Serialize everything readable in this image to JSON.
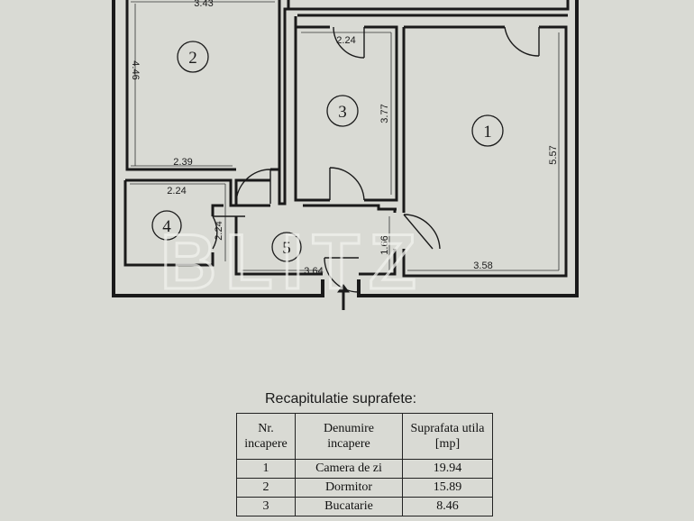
{
  "dimensions": {
    "top_width_room2": "3.43",
    "room2_height": "4.46",
    "room2_bottom": "2.39",
    "room3_width": "2.24",
    "room3_height": "3.77",
    "room1_height": "5.57",
    "room1_width": "3.58",
    "room4_width": "2.24",
    "room4_height": "2.24",
    "hall_height": "1.66",
    "hall_width": "3.64"
  },
  "room_numbers": [
    "1",
    "2",
    "3",
    "4",
    "5"
  ],
  "watermark": "BLITZ",
  "summary": {
    "title": "Recapitulatie suprafete:",
    "headers": [
      [
        "Nr.",
        "incapere"
      ],
      [
        "Denumire",
        "incapere"
      ],
      [
        "Suprafata utila",
        "[mp]"
      ]
    ],
    "rows": [
      {
        "nr": "1",
        "name": "Camera de zi",
        "area": "19.94"
      },
      {
        "nr": "2",
        "name": "Dormitor",
        "area": "15.89"
      },
      {
        "nr": "3",
        "name": "Bucatarie",
        "area": "8.46"
      }
    ]
  }
}
